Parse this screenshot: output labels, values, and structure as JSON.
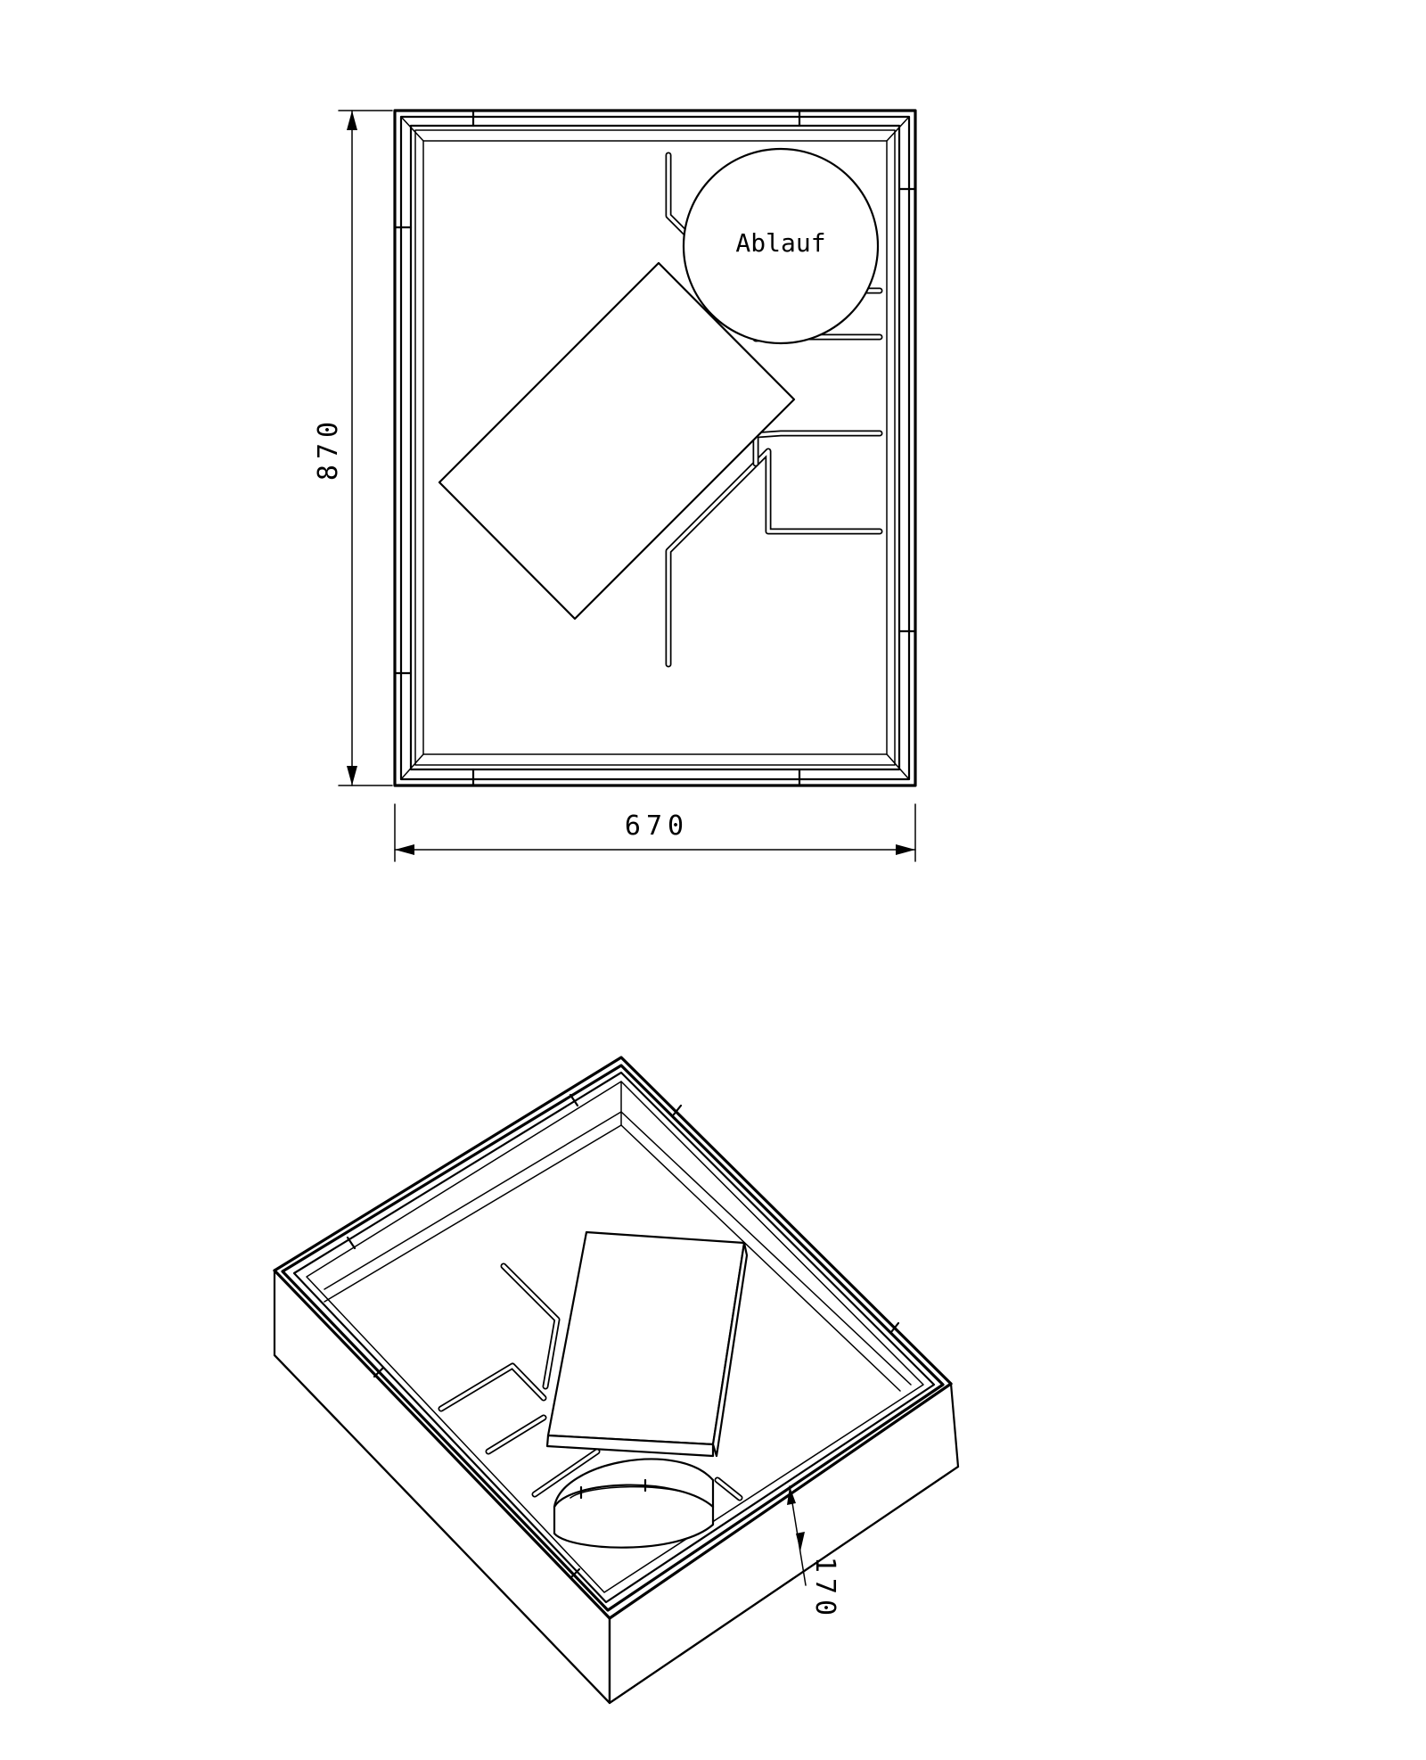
{
  "top_view": {
    "drain_label": "Ablauf",
    "dim_height": "870",
    "dim_width": "670"
  },
  "iso_view": {
    "dim_depth": "170"
  }
}
